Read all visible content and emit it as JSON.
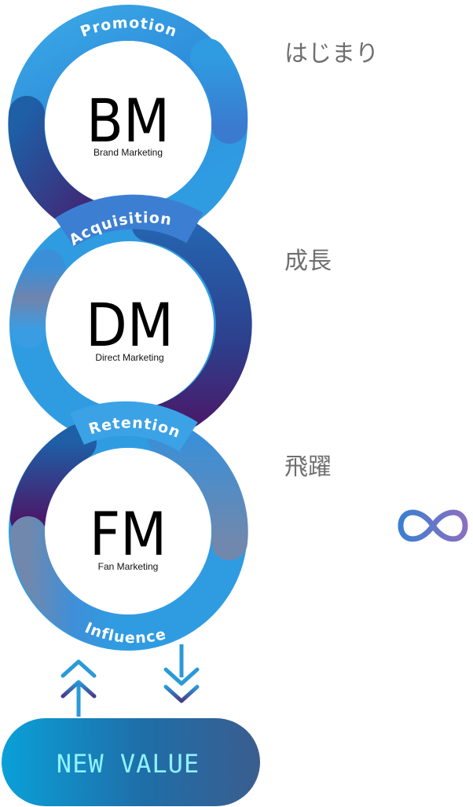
{
  "circles": [
    {
      "abbr": "BM",
      "name": "Brand Marketing",
      "arc_label": "Promotion"
    },
    {
      "abbr": "DM",
      "name": "Direct Marketing",
      "arc_label": "Acquisition"
    },
    {
      "abbr": "FM",
      "name": "Fan Marketing",
      "arc_label": "Retention"
    }
  ],
  "bottom_arc_label": "Influence",
  "stages": [
    "はじまり",
    "成長",
    "飛躍"
  ],
  "infinity_symbol": "∞",
  "new_value": {
    "label": "NEW VALUE"
  },
  "colors": {
    "blue": "#2f9ce2",
    "dark_blue": "#1e5fa6",
    "purple": "#4a1a6a",
    "grey_blue": "#6f84ad",
    "side_text": "#6f6f6f",
    "new_value_text": "#8ff2ff"
  }
}
